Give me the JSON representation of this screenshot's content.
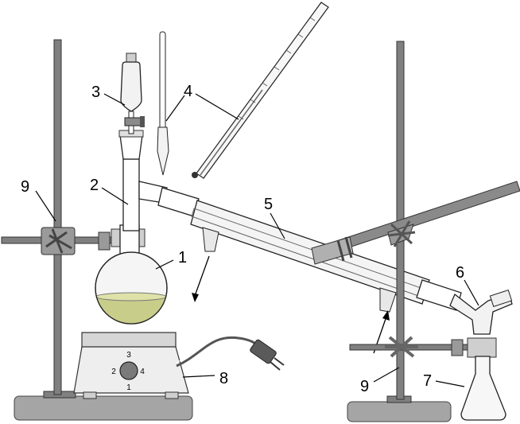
{
  "labels": {
    "round_bottom_flask": "1",
    "still_head": "2",
    "dropping_funnel": "3",
    "thermometers": "4",
    "condenser": "5",
    "vacuum_adapter": "6",
    "receiving_flask": "7",
    "hot_plate": "8",
    "clamp_left": "9",
    "clamp_right": "9"
  },
  "hot_plate_dial": {
    "top": "3",
    "left": "2",
    "right": "4",
    "bottom": "1"
  },
  "colors": {
    "liquid": "#c9cd8a",
    "stand_rod": "#7a7a7a",
    "base_plate": "#a5a5a5",
    "glass": "#f2f2f2",
    "clamp": "#9a9a9a"
  }
}
